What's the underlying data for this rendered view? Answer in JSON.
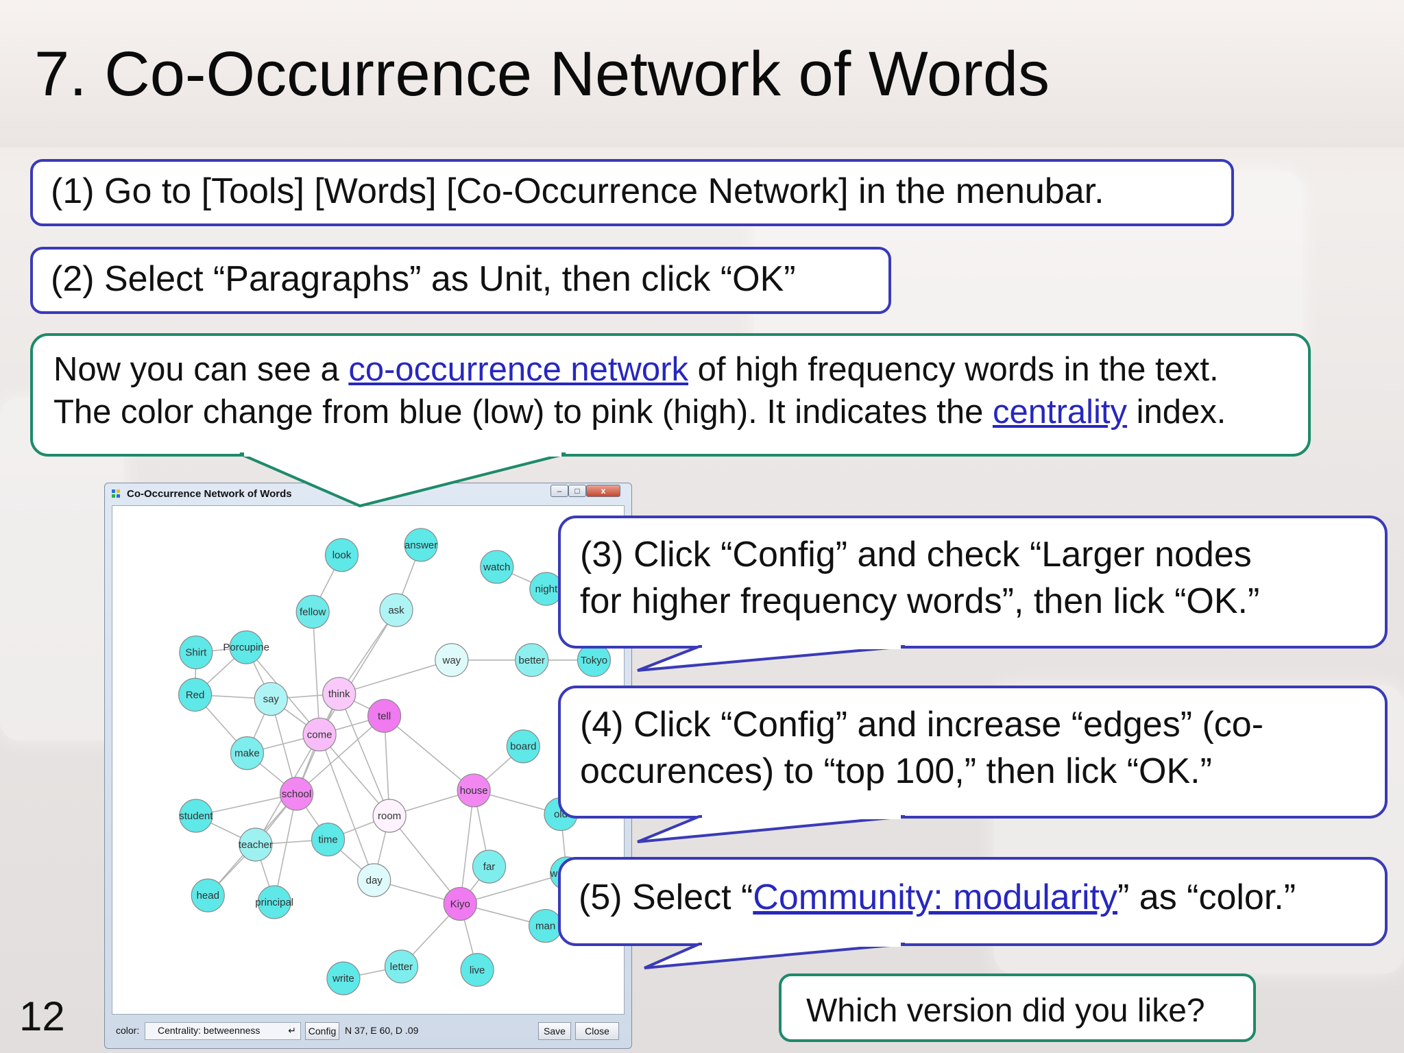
{
  "page": {
    "title": "7. Co-Occurrence Network of Words",
    "number": "12"
  },
  "steps": {
    "step1": "(1) Go to [Tools] [Words] [Co-Occurrence Network] in the menubar.",
    "step2": "(2) Select “Paragraphs” as Unit, then click “OK”",
    "note_line1_pre": "Now you can see a ",
    "note_line1_link": "co-occurrence network",
    "note_line1_post": " of high frequency words in the text.",
    "note_line2_pre": "The color change from blue (low) to pink (high). It indicates the ",
    "note_line2_link": "centrality",
    "note_line2_post": " index.",
    "step3_line1": "(3) Click “Config” and check “Larger nodes",
    "step3_line2": "for higher frequency words”, then lick “OK.”",
    "step4_line1": "(4) Click “Config” and increase “edges” (co-",
    "step4_line2": "occurences) to “top 100,” then lick “OK.”",
    "step5_pre": "(5) Select “",
    "step5_link": "Community: modularity",
    "step5_post": "” as “color.”",
    "question": "Which version did you like?"
  },
  "colors": {
    "blue_border": "#3a3ab8",
    "green_border": "#1e8a6a",
    "link": "#2727c0",
    "node_low": "#5ee8e8",
    "node_high": "#f07af0"
  },
  "window": {
    "title": "Co-Occurrence Network of Words",
    "buttons": {
      "minimize": "–",
      "maximize": "□",
      "close": "x"
    },
    "status": {
      "color_label": "color:",
      "color_value": "Centrality: betweenness",
      "config": "Config",
      "stats": "N 37, E 60, D .09",
      "save": "Save",
      "close": "Close"
    }
  },
  "network": {
    "nodes": [
      {
        "id": "look",
        "label": "look",
        "c": 0.0
      },
      {
        "id": "answer",
        "label": "answer",
        "c": 0.0
      },
      {
        "id": "watch",
        "label": "watch",
        "c": 0.0
      },
      {
        "id": "night",
        "label": "night",
        "c": 0.0
      },
      {
        "id": "fellow",
        "label": "fellow",
        "c": 0.05
      },
      {
        "id": "ask",
        "label": "ask",
        "c": 0.25
      },
      {
        "id": "Shirt",
        "label": "Shirt",
        "c": 0.0
      },
      {
        "id": "Porcupine",
        "label": "Porcupine",
        "c": 0.0
      },
      {
        "id": "way",
        "label": "way",
        "c": 0.4
      },
      {
        "id": "better",
        "label": "better",
        "c": 0.15
      },
      {
        "id": "Tokyo",
        "label": "Tokyo",
        "c": 0.0
      },
      {
        "id": "Red",
        "label": "Red",
        "c": 0.0
      },
      {
        "id": "say",
        "label": "say",
        "c": 0.25
      },
      {
        "id": "think",
        "label": "think",
        "c": 0.7
      },
      {
        "id": "tell",
        "label": "tell",
        "c": 1.0
      },
      {
        "id": "come",
        "label": "come",
        "c": 0.75
      },
      {
        "id": "make",
        "label": "make",
        "c": 0.1
      },
      {
        "id": "board",
        "label": "board",
        "c": 0.0
      },
      {
        "id": "school",
        "label": "school",
        "c": 0.95
      },
      {
        "id": "house",
        "label": "house",
        "c": 0.95
      },
      {
        "id": "student",
        "label": "student",
        "c": 0.0
      },
      {
        "id": "room",
        "label": "room",
        "c": 0.55
      },
      {
        "id": "old",
        "label": "old",
        "c": 0.0
      },
      {
        "id": "teacher",
        "label": "teacher",
        "c": 0.2
      },
      {
        "id": "time",
        "label": "time",
        "c": 0.0
      },
      {
        "id": "far",
        "label": "far",
        "c": 0.1
      },
      {
        "id": "woman",
        "label": "woman",
        "c": 0.0
      },
      {
        "id": "day",
        "label": "day",
        "c": 0.4
      },
      {
        "id": "head",
        "label": "head",
        "c": 0.0
      },
      {
        "id": "principal",
        "label": "principal",
        "c": 0.0
      },
      {
        "id": "Kiyo",
        "label": "Kiyo",
        "c": 1.0
      },
      {
        "id": "man",
        "label": "man",
        "c": 0.0
      },
      {
        "id": "letter",
        "label": "letter",
        "c": 0.1
      },
      {
        "id": "live",
        "label": "live",
        "c": 0.0
      },
      {
        "id": "write",
        "label": "write",
        "c": 0.0
      }
    ],
    "edges": [
      [
        "look",
        "fellow"
      ],
      [
        "answer",
        "ask"
      ],
      [
        "watch",
        "night"
      ],
      [
        "fellow",
        "come"
      ],
      [
        "ask",
        "think"
      ],
      [
        "ask",
        "come"
      ],
      [
        "Shirt",
        "Porcupine"
      ],
      [
        "Shirt",
        "Red"
      ],
      [
        "Porcupine",
        "Red"
      ],
      [
        "Porcupine",
        "say"
      ],
      [
        "Porcupine",
        "come"
      ],
      [
        "Red",
        "say"
      ],
      [
        "Red",
        "make"
      ],
      [
        "say",
        "think"
      ],
      [
        "say",
        "come"
      ],
      [
        "say",
        "make"
      ],
      [
        "say",
        "school"
      ],
      [
        "think",
        "tell"
      ],
      [
        "think",
        "come"
      ],
      [
        "think",
        "way"
      ],
      [
        "think",
        "school"
      ],
      [
        "tell",
        "come"
      ],
      [
        "tell",
        "house"
      ],
      [
        "tell",
        "room"
      ],
      [
        "way",
        "better"
      ],
      [
        "better",
        "Tokyo"
      ],
      [
        "come",
        "make"
      ],
      [
        "come",
        "school"
      ],
      [
        "come",
        "teacher"
      ],
      [
        "come",
        "room"
      ],
      [
        "come",
        "day"
      ],
      [
        "make",
        "school"
      ],
      [
        "board",
        "house"
      ],
      [
        "school",
        "student"
      ],
      [
        "school",
        "teacher"
      ],
      [
        "school",
        "time"
      ],
      [
        "school",
        "principal"
      ],
      [
        "school",
        "head"
      ],
      [
        "house",
        "old"
      ],
      [
        "house",
        "room"
      ],
      [
        "house",
        "far"
      ],
      [
        "house",
        "Kiyo"
      ],
      [
        "room",
        "time"
      ],
      [
        "room",
        "Kiyo"
      ],
      [
        "room",
        "day"
      ],
      [
        "teacher",
        "student"
      ],
      [
        "teacher",
        "time"
      ],
      [
        "teacher",
        "principal"
      ],
      [
        "teacher",
        "head"
      ],
      [
        "time",
        "day"
      ],
      [
        "far",
        "Kiyo"
      ],
      [
        "Kiyo",
        "woman"
      ],
      [
        "Kiyo",
        "man"
      ],
      [
        "Kiyo",
        "letter"
      ],
      [
        "Kiyo",
        "live"
      ],
      [
        "Kiyo",
        "day"
      ],
      [
        "letter",
        "write"
      ],
      [
        "old",
        "woman"
      ],
      [
        "tell",
        "school"
      ],
      [
        "think",
        "room"
      ]
    ]
  }
}
